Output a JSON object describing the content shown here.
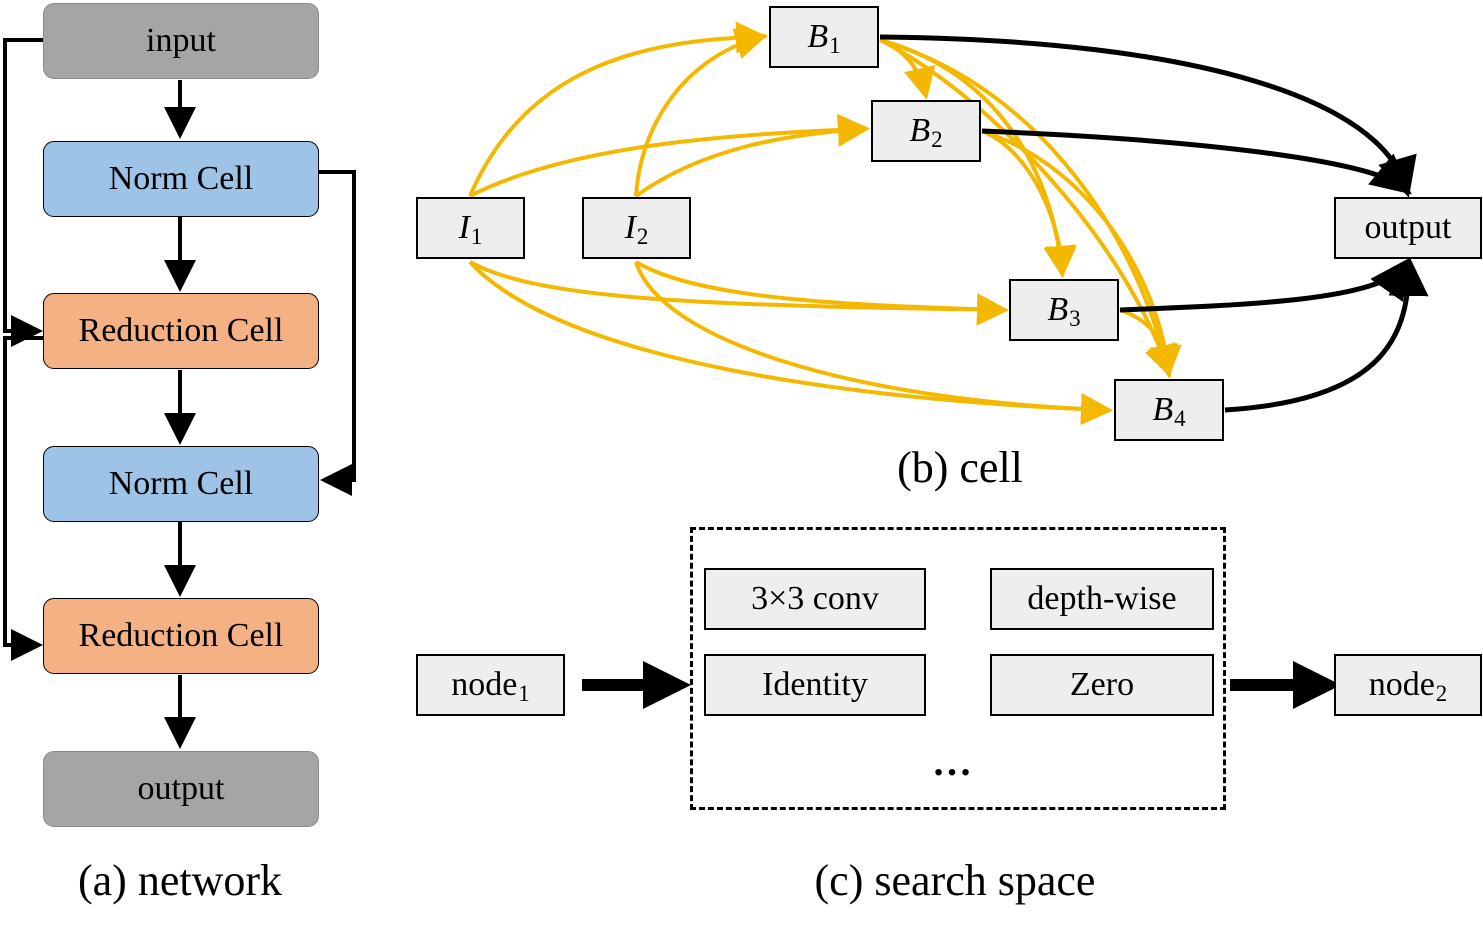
{
  "network": {
    "input": "input",
    "norm_cell_1": "Norm Cell",
    "reduction_cell_1": "Reduction Cell",
    "norm_cell_2": "Norm Cell",
    "reduction_cell_2": "Reduction Cell",
    "output": "output",
    "caption": "(a) network"
  },
  "cell": {
    "inputs": [
      {
        "base": "I",
        "sub": "1"
      },
      {
        "base": "I",
        "sub": "2"
      }
    ],
    "blocks": [
      {
        "base": "B",
        "sub": "1"
      },
      {
        "base": "B",
        "sub": "2"
      },
      {
        "base": "B",
        "sub": "3"
      },
      {
        "base": "B",
        "sub": "4"
      }
    ],
    "output": "output",
    "caption": "(b) cell"
  },
  "search_space": {
    "node_in": {
      "base": "node",
      "sub": "1"
    },
    "node_out": {
      "base": "node",
      "sub": "2"
    },
    "ops": [
      "3×3 conv",
      "depth-wise",
      "Identity",
      "Zero"
    ],
    "ellipsis": "…",
    "caption": "(c) search space"
  },
  "colors": {
    "edge_yellow": "#f5b800",
    "edge_black": "#000000",
    "norm_cell": "#9dc3e6",
    "reduction_cell": "#f4b183",
    "io_gray": "#a5a5a5",
    "node_fill": "#eeeeee"
  }
}
